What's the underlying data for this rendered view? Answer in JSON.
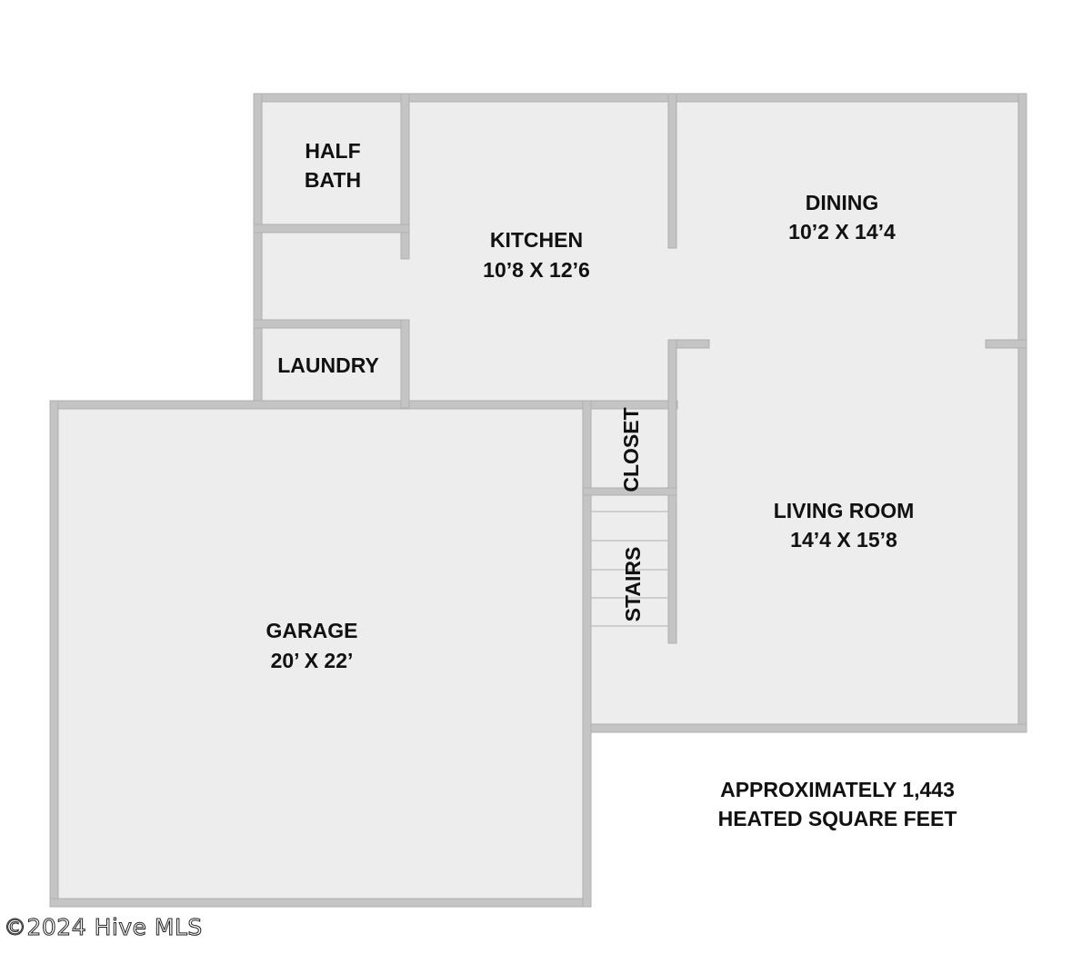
{
  "rooms": {
    "half_bath": {
      "line1": "HALF",
      "line2": "BATH"
    },
    "kitchen": {
      "name": "KITCHEN",
      "dims": "10’8 X 12’6"
    },
    "dining": {
      "name": "DINING",
      "dims": "10’2 X 14’4"
    },
    "laundry": {
      "name": "LAUNDRY"
    },
    "closet": {
      "name": "CLOSET"
    },
    "stairs": {
      "name": "STAIRS"
    },
    "living_room": {
      "name": "LIVING ROOM",
      "dims": "14’4 X 15’8"
    },
    "garage": {
      "name": "GARAGE",
      "dims": "20’ X 22’"
    }
  },
  "summary": {
    "line1": "APPROXIMATELY 1,443",
    "line2": "HEATED SQUARE FEET"
  },
  "watermark": "©2024 Hive MLS",
  "colors": {
    "floor": "#ededed",
    "wall": "#c4c4c4",
    "text": "#111111"
  }
}
